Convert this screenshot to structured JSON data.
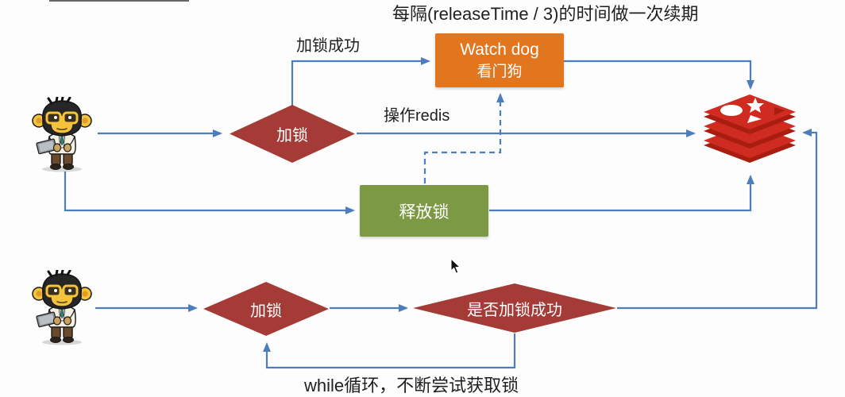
{
  "title": "redis-watchdog-lock-flow-diagram",
  "annotations": {
    "renewal": "每隔(releaseTime / 3)的时间做一次续期",
    "lock_success": "加锁成功",
    "operate_redis": "操作redis",
    "while_loop": "while循环，不断尝试获取锁"
  },
  "nodes": {
    "watchdog": {
      "line1": "Watch dog",
      "line2": "看门狗",
      "color": "#e2761e",
      "shape": "rect"
    },
    "release_lock": {
      "label": "释放锁",
      "color": "#7c9a44",
      "shape": "rect"
    },
    "lock_top": {
      "label": "加锁",
      "color": "#a43b36",
      "shape": "diamond"
    },
    "lock_bottom": {
      "label": "加锁",
      "color": "#a43b36",
      "shape": "diamond"
    },
    "lock_check": {
      "label": "是否加锁成功",
      "color": "#a43b36",
      "shape": "diamond"
    }
  },
  "icons": {
    "redis": "redis-database-icon",
    "developer_top": "monkey-developer-avatar",
    "developer_bottom": "monkey-developer-avatar",
    "cursor": "mouse-pointer-icon"
  },
  "colors": {
    "arrow": "#4d7ebb",
    "diamond_red": "#a43b36",
    "watchdog_orange": "#e2761e",
    "release_green": "#7c9a44",
    "redis_red": "#d02b20",
    "redis_dark_red": "#a81d10",
    "text": "#1f1f1f",
    "background": "#fdfdfd"
  }
}
